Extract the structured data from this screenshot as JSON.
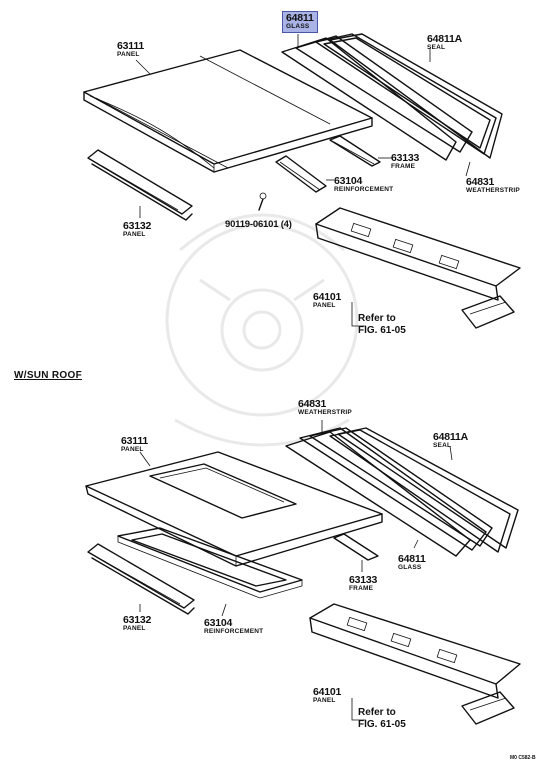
{
  "section_heading": "W/SUN ROOF",
  "top": {
    "glass_highlight": {
      "number": "64811",
      "name": "GLASS"
    },
    "panel": {
      "number": "63111",
      "name": "PANEL"
    },
    "seal": {
      "number": "64811A",
      "name": "SEAL"
    },
    "frame": {
      "number": "63133",
      "name": "FRAME"
    },
    "reinforcement": {
      "number": "63104",
      "name": "REINFORCEMENT"
    },
    "weatherstrip": {
      "number": "64831",
      "name": "WEATHERSTRIP"
    },
    "front_panel": {
      "number": "63132",
      "name": "PANEL"
    },
    "bolt": {
      "number": "90119-06101 (4)"
    },
    "back_panel": {
      "number": "64101",
      "name": "PANEL"
    },
    "refer_to": "Refer to",
    "fig": "FIG. 61-05"
  },
  "bottom": {
    "weatherstrip": {
      "number": "64831",
      "name": "WEATHERSTRIP"
    },
    "panel": {
      "number": "63111",
      "name": "PANEL"
    },
    "seal": {
      "number": "64811A",
      "name": "SEAL"
    },
    "glass": {
      "number": "64811",
      "name": "GLASS"
    },
    "frame": {
      "number": "63133",
      "name": "FRAME"
    },
    "front_panel": {
      "number": "63132",
      "name": "PANEL"
    },
    "reinforcement": {
      "number": "63104",
      "name": "REINFORCEMENT"
    },
    "back_panel": {
      "number": "64101",
      "name": "PANEL"
    },
    "refer_to": "Refer to",
    "fig": "FIG. 61-05"
  },
  "footer_code": "M0 C582-B"
}
